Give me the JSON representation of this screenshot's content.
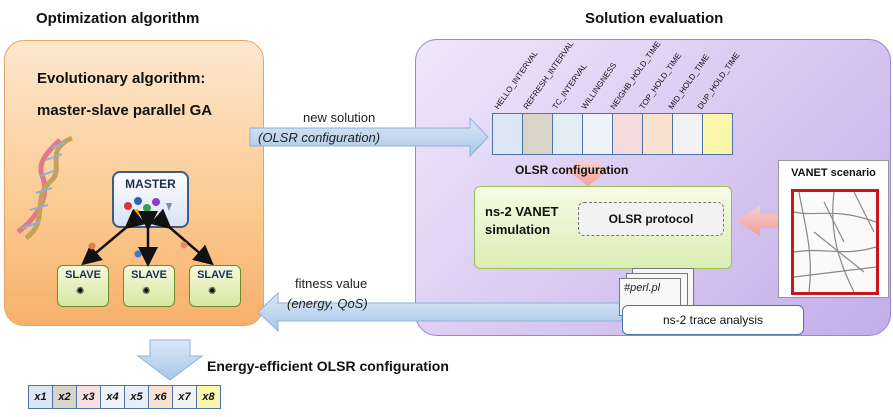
{
  "titles": {
    "optimization": "Optimization algorithm",
    "evaluation": "Solution evaluation"
  },
  "optimization_panel": {
    "line1": "Evolutionary algorithm:",
    "line2": "master-slave parallel GA",
    "master_label": "MASTER",
    "slave_labels": [
      "SLAVE",
      "SLAVE",
      "SLAVE"
    ]
  },
  "arrows": {
    "new_solution": "new solution",
    "new_solution_detail": "(OLSR configuration)",
    "fitness": "fitness value",
    "fitness_detail": "(energy, QoS)"
  },
  "olsr_config": {
    "params": [
      "HELLO_INTERVAL",
      "REFRESH_INTERVAL",
      "TC_INTERVAL",
      "WILLINGNESS",
      "NEIGHB_HOLD_TIME",
      "TOP_HOLD_TIME",
      "MID_HOLD_TIME",
      "DUP_HOLD_TIME"
    ],
    "cell_colors": [
      "#dce6f4",
      "#d8d5c8",
      "#e3edf6",
      "#eef3fa",
      "#f5dcdc",
      "#f9e3d0",
      "#f2f2f2",
      "#fbf6a9"
    ],
    "label": "OLSR configuration"
  },
  "simulation": {
    "title_line1": "ns-2 VANET",
    "title_line2": "simulation",
    "protocol": "OLSR protocol"
  },
  "vanet": {
    "title": "VANET scenario"
  },
  "trace": {
    "script": "#perl.pl",
    "label": "ns-2 trace analysis"
  },
  "result": {
    "label": "Energy-efficient OLSR configuration",
    "vars": [
      "x1",
      "x2",
      "x3",
      "x4",
      "x5",
      "x6",
      "x7",
      "x8"
    ],
    "cell_colors": [
      "#dce6f4",
      "#d8d5c8",
      "#f9e0e0",
      "#eef3fa",
      "#e8eef8",
      "#f9e3d0",
      "#f2f2f2",
      "#fbf6a9"
    ]
  },
  "colors": {
    "arrow_blue": "#b9d3ee",
    "arrow_pink": "#f5b6b3",
    "master_border": "#3c5b8e",
    "scenario_frame": "#c8161d"
  }
}
